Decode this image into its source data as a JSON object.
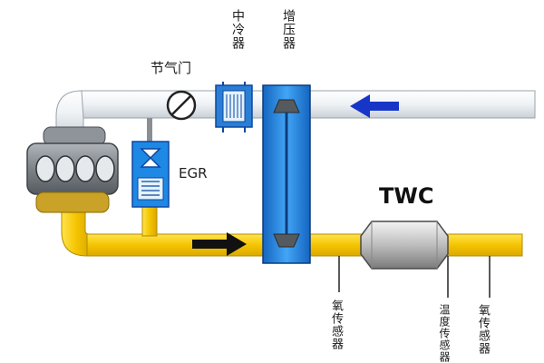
{
  "labels": {
    "throttle": "节气门",
    "egr": "EGR",
    "twc": "TWC",
    "intercooler": "中冷器",
    "turbo": "增压器",
    "o2_sensor_upstream": "氧传感器",
    "temp_sensor": "温度传感器",
    "o2_sensor_downstream": "氧传感器"
  },
  "colors": {
    "exhaust_pipe": "#f5c400",
    "intake_pipe": "#eef2f5",
    "component_blue": "#1e88e5",
    "engine_gray": "#6f747a",
    "arrow_intake": "#1736c8",
    "arrow_exhaust": "#111111"
  }
}
